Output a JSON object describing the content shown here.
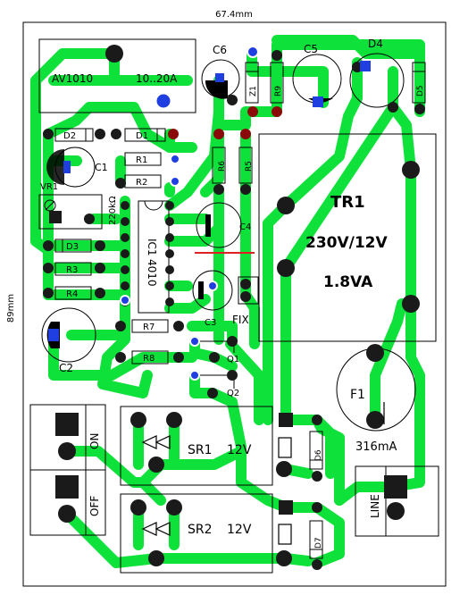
{
  "dimensions": {
    "width": "67.4mm",
    "height": "89mm"
  },
  "colors": {
    "track": "#0ee23a",
    "pad": "#1a1a1a",
    "via_red": "#8a0a0a",
    "via_blue": "#1f3fe0",
    "outline": "#000000",
    "bridge": "#e02020"
  },
  "components": {
    "ammeter": {
      "name": "AV1010",
      "range": "10..20A"
    },
    "d1": "D1",
    "d2": "D2",
    "d3": "D3",
    "d4": "D4",
    "d5": "D5",
    "d6": "D6",
    "d7": "D7",
    "c1": "C1",
    "c2": "C2",
    "c3": "C3",
    "c4": "C4",
    "c5": "C5",
    "c6": "C6",
    "r1": "R1",
    "r2": "R2",
    "r3": "R3",
    "r4": "R4",
    "r5": "R5",
    "r6": "R6",
    "r7": "R7",
    "r8": "R8",
    "r9": "R9",
    "vr1": "VR1",
    "vr1_value": "220kΩ",
    "z1": "Z1",
    "ic_name": "IC1",
    "ic_part": "4010",
    "q1": "Q1",
    "q2": "Q2",
    "fix": "FIX",
    "transformer": {
      "name": "TR1",
      "rating": "230V/12V",
      "power": "1.8VA"
    },
    "fuse": {
      "name": "F1",
      "value": "316mA"
    },
    "relay1": {
      "name": "SR1",
      "voltage": "12V"
    },
    "relay2": {
      "name": "SR2",
      "voltage": "12V"
    },
    "terminal_on": "ON",
    "terminal_off": "OFF",
    "terminal_line": "LINE"
  }
}
